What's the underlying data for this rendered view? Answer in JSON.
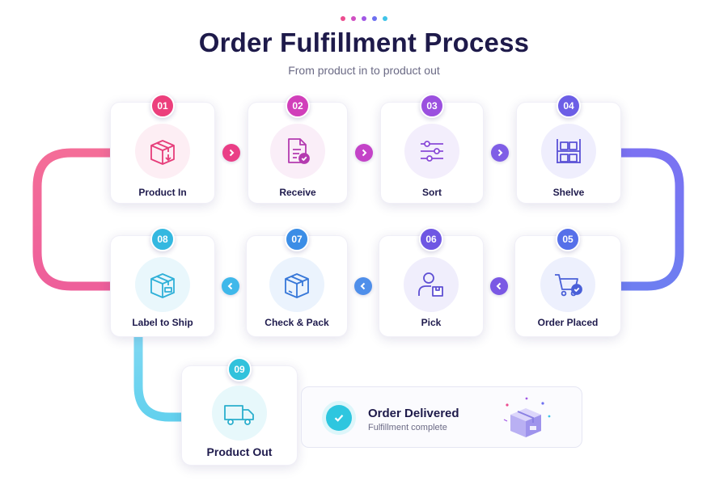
{
  "header": {
    "title": "Order Fulfillment Process",
    "subtitle": "From product in to product out",
    "dot_colors": [
      "#ec4c8f",
      "#d04fc2",
      "#a157e5",
      "#6d6ff0",
      "#3fc3e8"
    ]
  },
  "steps": [
    {
      "number": "01",
      "label": "Product In",
      "icon": "box-down-icon",
      "color": "#ec3f7c"
    },
    {
      "number": "02",
      "label": "Receive",
      "icon": "document-check-icon",
      "color": "#d13fba"
    },
    {
      "number": "03",
      "label": "Sort",
      "icon": "sliders-icon",
      "color": "#9b50df"
    },
    {
      "number": "04",
      "label": "Shelve",
      "icon": "shelves-icon",
      "color": "#6c5ee6"
    },
    {
      "number": "05",
      "label": "Order Placed",
      "icon": "cart-check-icon",
      "color": "#5670e9"
    },
    {
      "number": "06",
      "label": "Pick",
      "icon": "person-box-icon",
      "color": "#6f57e3"
    },
    {
      "number": "07",
      "label": "Check & Pack",
      "icon": "package-icon",
      "color": "#3b8de6"
    },
    {
      "number": "08",
      "label": "Label to Ship",
      "icon": "labeled-box-icon",
      "color": "#34b8e0"
    },
    {
      "number": "09",
      "label": "Product Out",
      "icon": "truck-icon",
      "color": "#31c2dc"
    }
  ],
  "completion": {
    "title": "Order Delivered",
    "subtitle": "Fulfillment complete",
    "icon": "check-icon",
    "art_icon": "delivered-box-icon"
  }
}
